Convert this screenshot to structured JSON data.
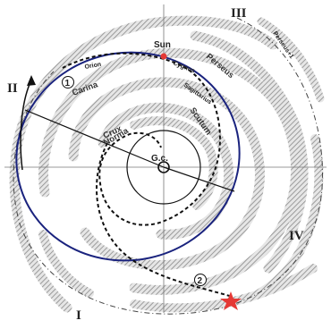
{
  "quadrants": [
    "I",
    "II",
    "III",
    "IV"
  ],
  "arms": {
    "orion": "Orion",
    "carina": "Carina",
    "crux": "Crux",
    "norma": "Norma",
    "cygnus": "Cygnus",
    "perseus": "Perseus",
    "sagittarius": "Sagittarius",
    "scutum": "Scutum",
    "perseus_plus_1": "Perseus+1"
  },
  "labels": {
    "sun": "Sun",
    "galactic_center": "G.c.",
    "orbit_1": "1",
    "orbit_2": "2"
  },
  "colors": {
    "arm_hatch": "#9a9a9a",
    "orbit_1": "#1a237e",
    "sun_dot": "#e53935",
    "star": "#e53935"
  }
}
